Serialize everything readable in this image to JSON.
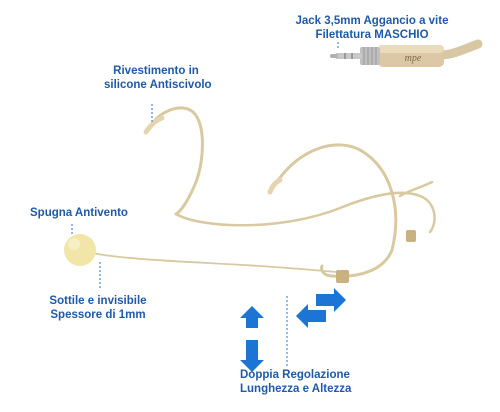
{
  "labels": {
    "jack": {
      "line1": "Jack 3,5mm Aggancio a vite",
      "line2": "Filettatura MASCHIO"
    },
    "coating": {
      "line1": "Rivestimento in",
      "line2": "silicone Antiscivolo"
    },
    "windscreen": {
      "line1": "Spugna Antivento"
    },
    "thin": {
      "line1": "Sottile e invisibile",
      "line2": "Spessore di 1mm"
    },
    "adjust": {
      "line1": "Doppia Regolazione",
      "line2": "Lunghezza e Altezza"
    }
  },
  "brand": {
    "jack_logo": "mpe"
  },
  "colors": {
    "label_text": "#1e5aa8",
    "leader_line": "#2a6fc9",
    "arrow_blue": "#1c74d4",
    "wire_beige": "#d9c9a0",
    "foam": "#f1e6a8"
  }
}
